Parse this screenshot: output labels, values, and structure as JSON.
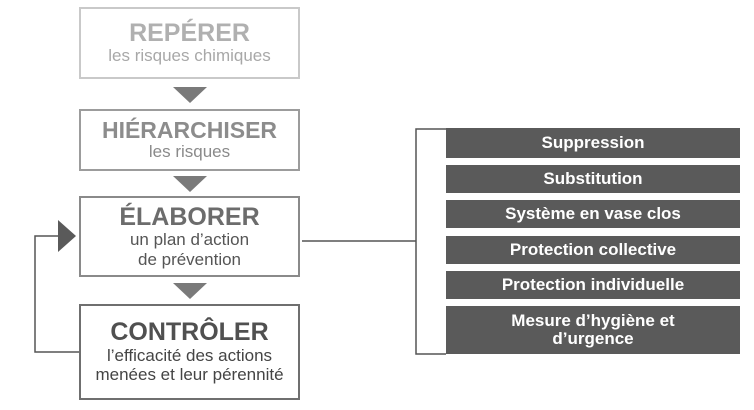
{
  "steps": [
    {
      "title": "REPÉRER",
      "sub_lines": [
        "les risques chimiques"
      ]
    },
    {
      "title": "HIÉRARCHISER",
      "sub_lines": [
        "les risques"
      ]
    },
    {
      "title": "ÉLABORER",
      "sub_lines": [
        "un plan d’action",
        "de prévention"
      ]
    },
    {
      "title": "CONTRÔLER",
      "sub_lines": [
        "l’efficacité des actions",
        "menées et leur pérennité"
      ]
    }
  ],
  "measures": [
    {
      "lines": [
        "Suppression"
      ]
    },
    {
      "lines": [
        "Substitution"
      ]
    },
    {
      "lines": [
        "Système en vase clos"
      ]
    },
    {
      "lines": [
        "Protection collective"
      ]
    },
    {
      "lines": [
        "Protection individuelle"
      ]
    },
    {
      "lines": [
        "Mesure d’hygiène et",
        "d’urgence"
      ]
    }
  ],
  "colors": {
    "measure_bg": "#5a5a5a",
    "arrow": "#7a7a7a",
    "line": "#555555"
  }
}
